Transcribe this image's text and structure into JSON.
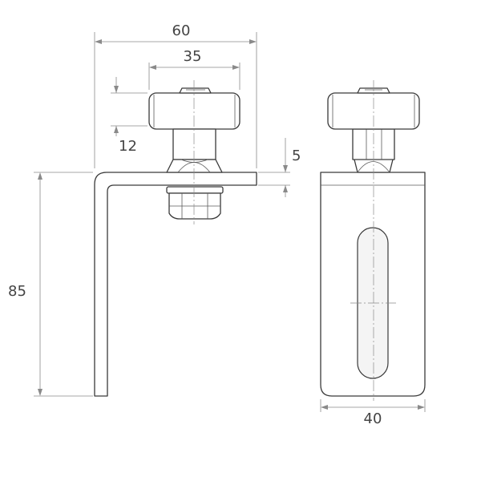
{
  "dimensions": {
    "overall_width": "60",
    "wheel_diameter": "35",
    "wheel_thickness": "12",
    "plate_thickness": "5",
    "height": "85",
    "plate_width": "40"
  }
}
